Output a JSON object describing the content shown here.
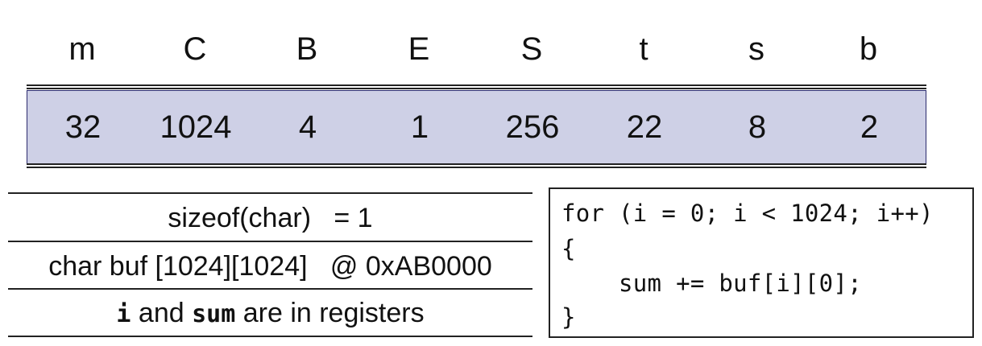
{
  "parameters": {
    "headers": [
      "m",
      "C",
      "B",
      "E",
      "S",
      "t",
      "s",
      "b"
    ],
    "values": [
      "32",
      "1024",
      "4",
      "1",
      "256",
      "22",
      "8",
      "2"
    ]
  },
  "facts": {
    "sizeof_expr": "sizeof(char)",
    "sizeof_value": "= 1",
    "buf_decl": "char buf [1024][1024]",
    "buf_addr": "@ 0xAB0000",
    "var_i": "i",
    "and_text": "and",
    "var_sum": "sum",
    "registers_text": "are in registers"
  },
  "code": {
    "lines": [
      "for (i = 0; i < 1024; i++)",
      "{",
      "    sum += buf[i][0];",
      "}"
    ]
  }
}
